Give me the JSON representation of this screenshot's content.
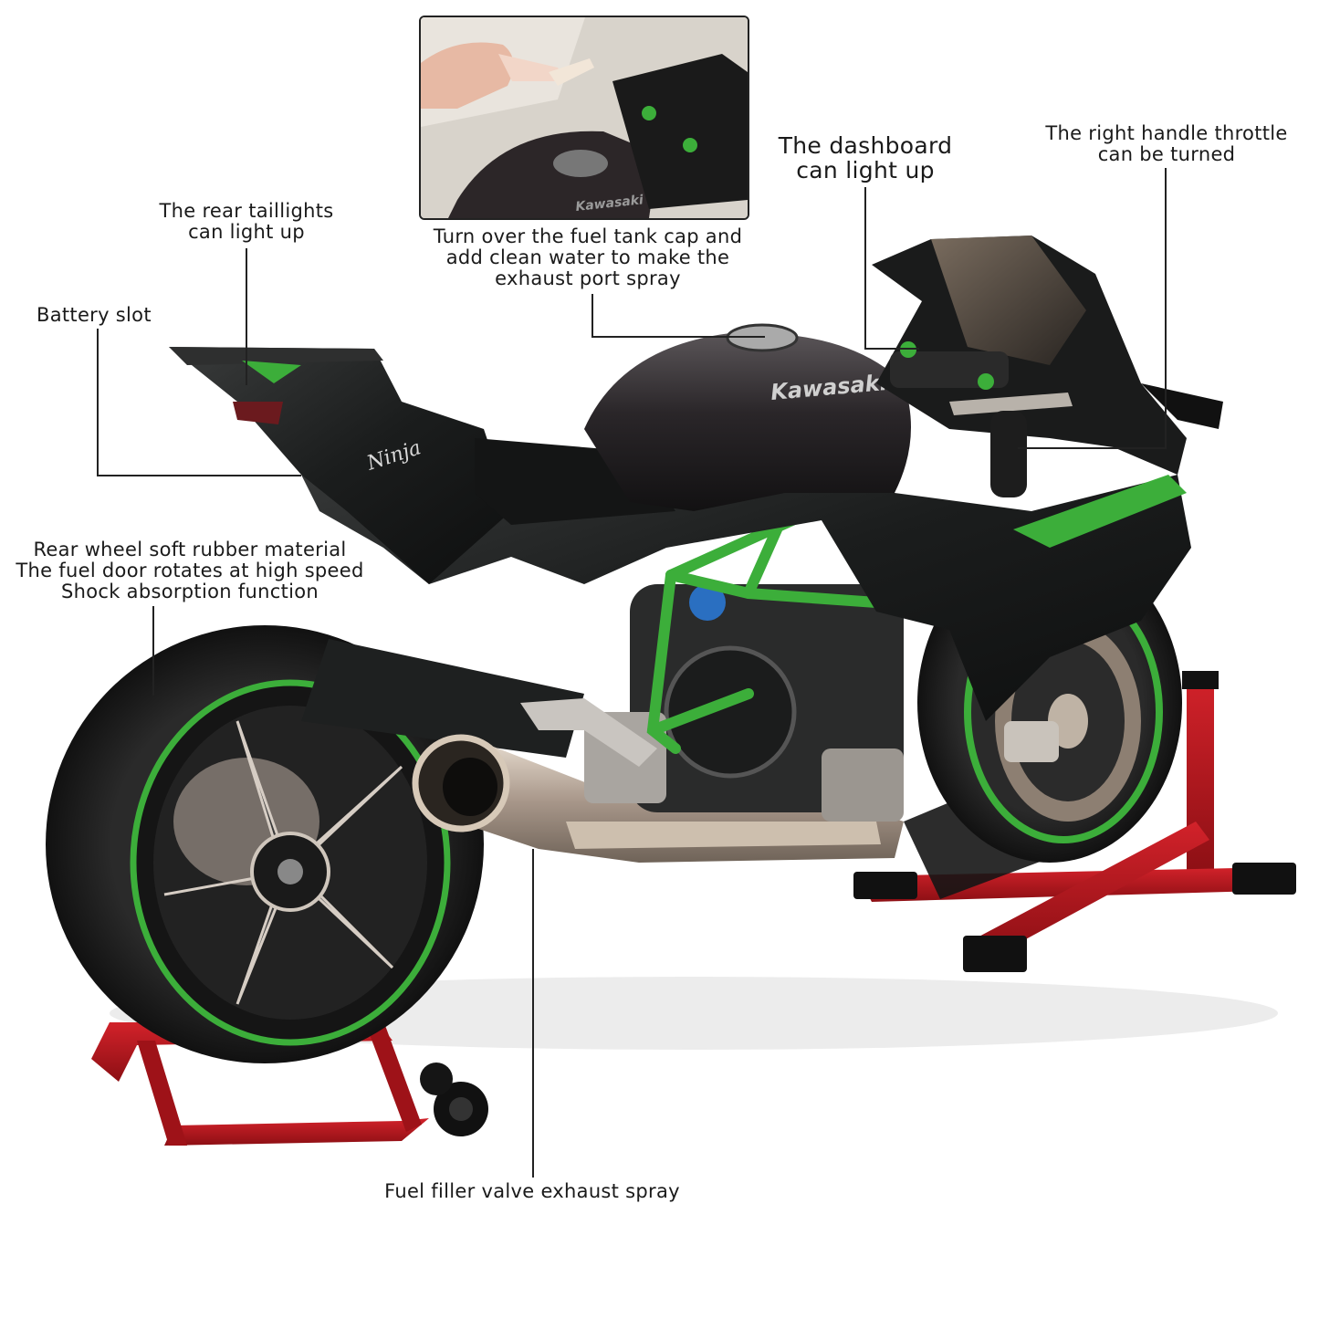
{
  "callouts": {
    "rear_taillights": [
      "The rear taillights",
      "can light up"
    ],
    "battery_slot": "Battery slot",
    "rear_wheel": [
      "Rear wheel soft rubber material",
      "The fuel door rotates at high speed",
      "Shock absorption function"
    ],
    "fuel_tank": [
      "Turn over the fuel tank cap and",
      "add clean water to make the",
      "exhaust port spray"
    ],
    "dashboard": [
      "The dashboard",
      "can light up"
    ],
    "throttle": [
      "The right handle throttle",
      "can be turned"
    ],
    "exhaust": "Fuel filler valve exhaust spray"
  },
  "badges": {
    "tank_brand": "Kawasaki",
    "inset_brand": "Kawasaki",
    "tail_model": "Ninja"
  },
  "colors": {
    "body": "#1d1f1f",
    "accent_green": "#3cae3a",
    "stand_red": "#b3141c",
    "chrome": "#b9a99a",
    "leader": "#222222"
  }
}
